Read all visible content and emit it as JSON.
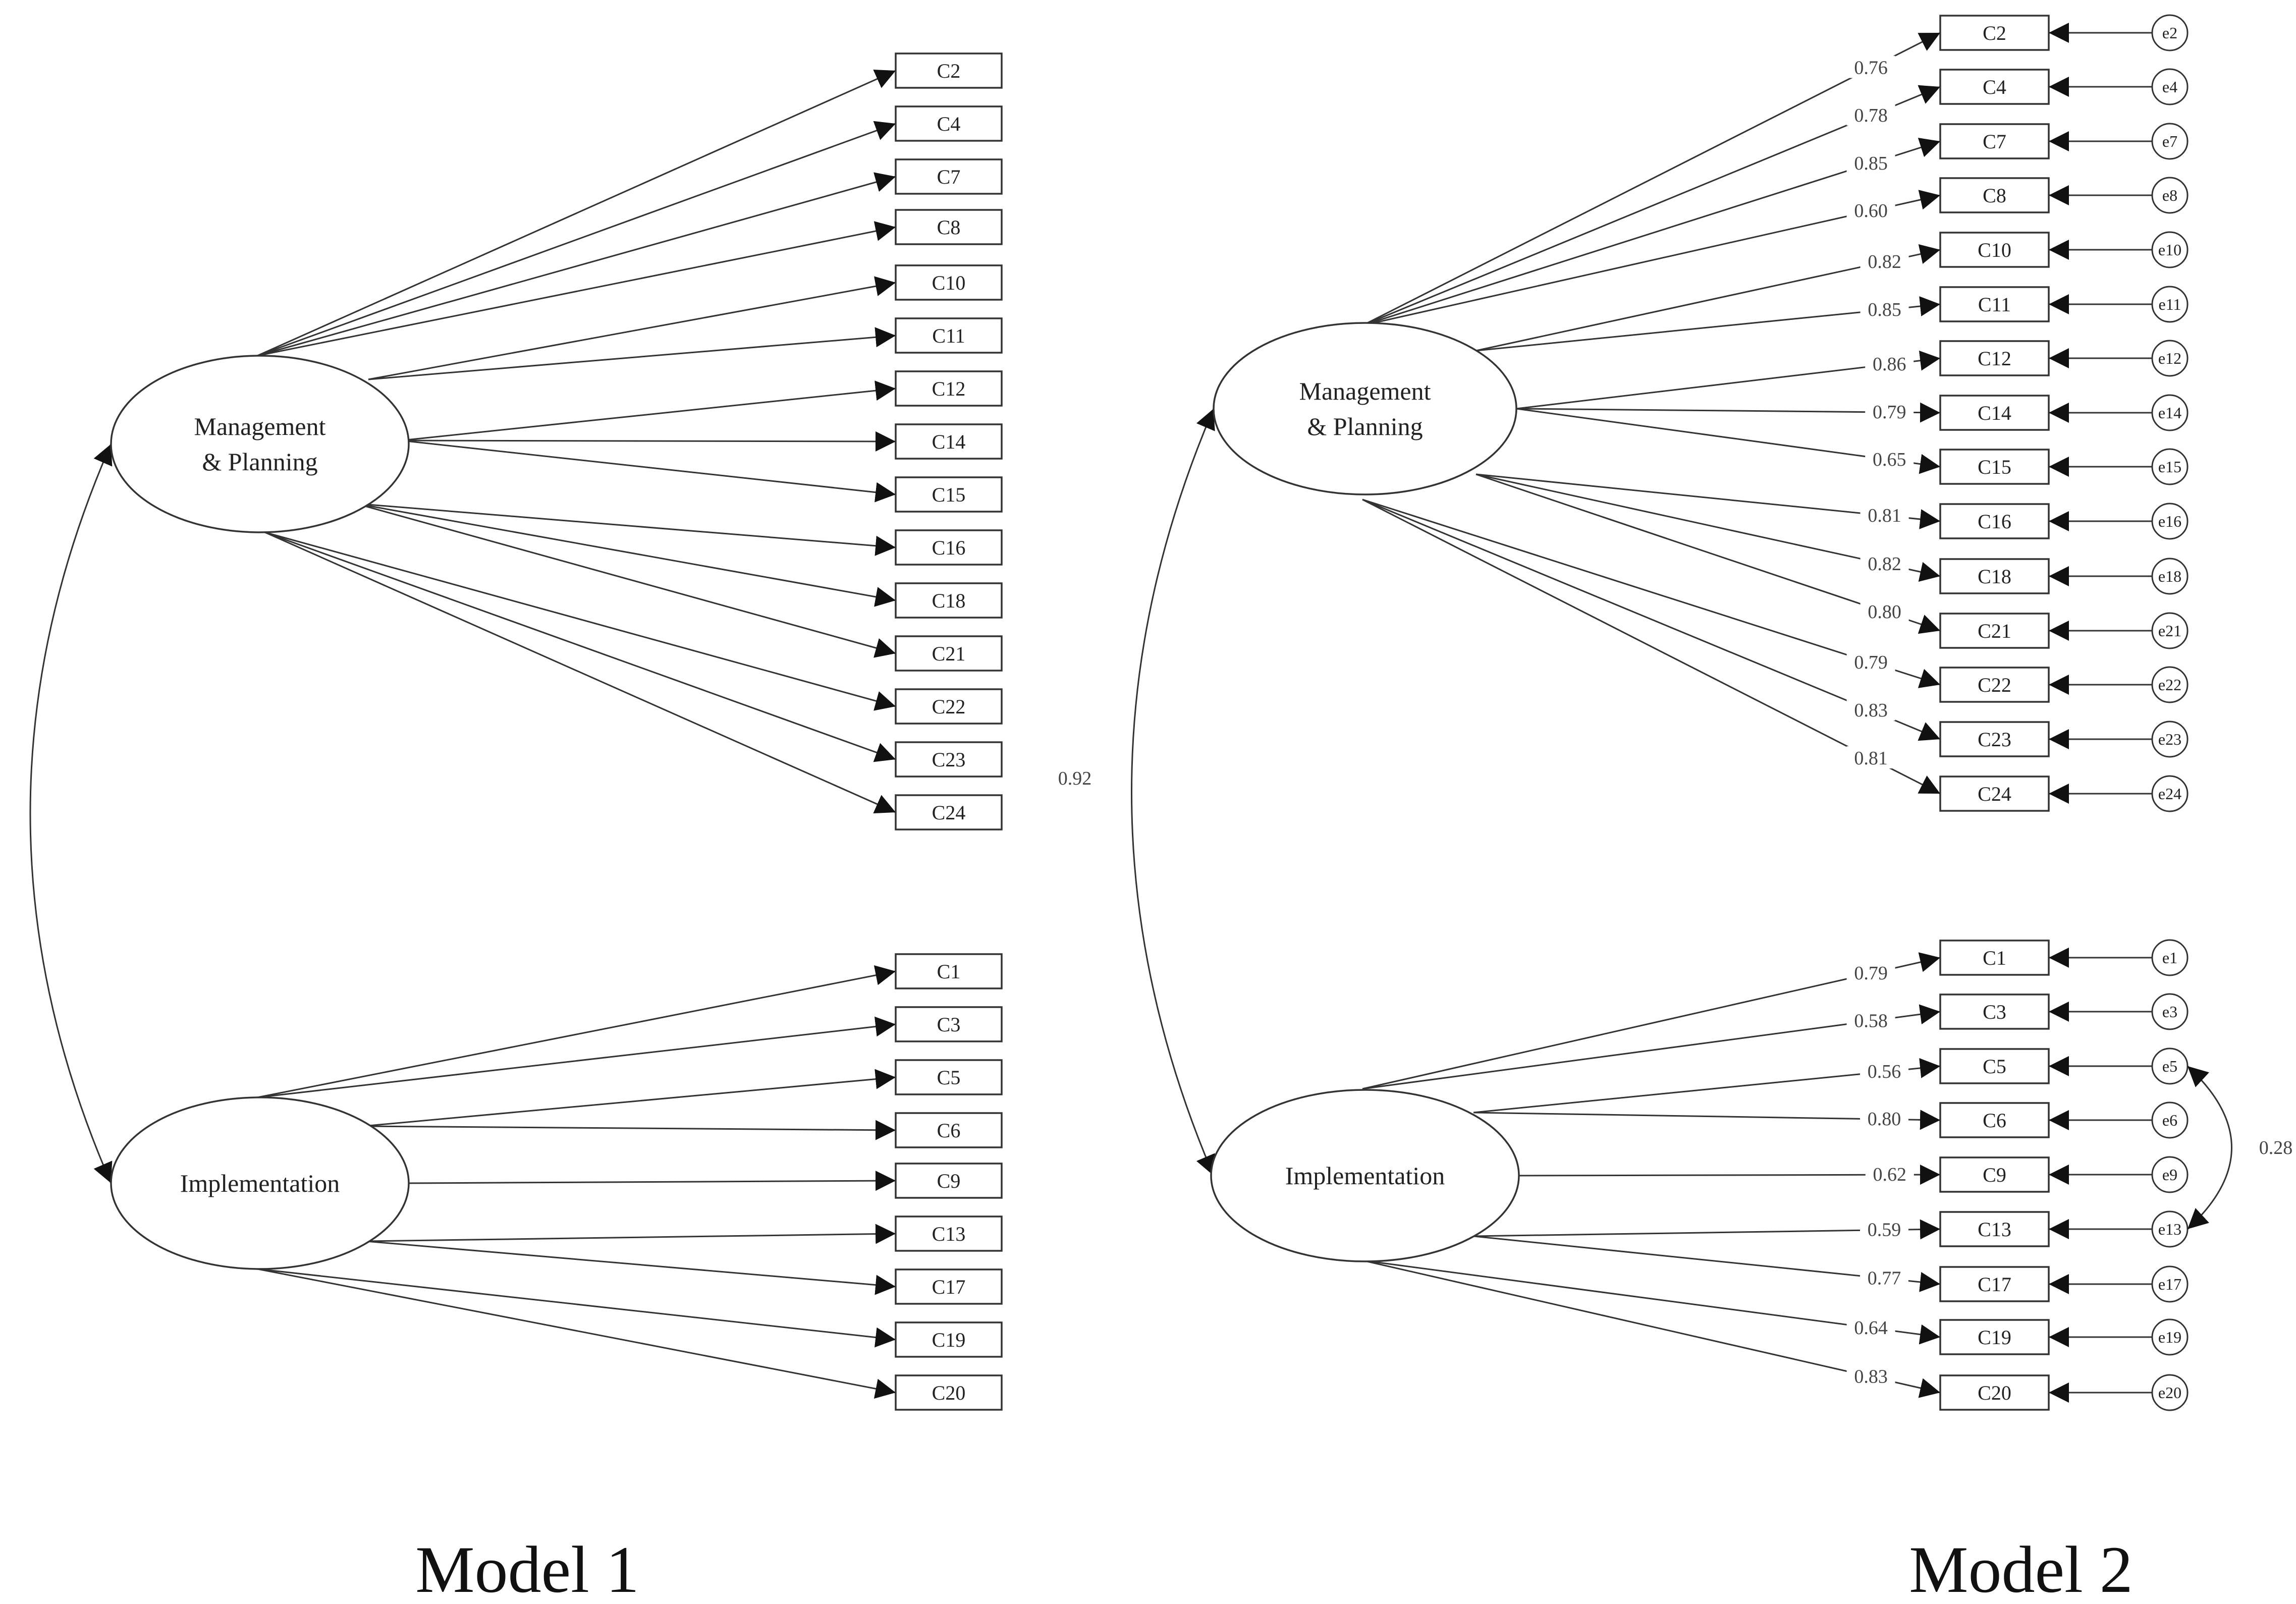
{
  "models": [
    {
      "title": "Model 1",
      "factors": [
        {
          "label_lines": [
            "Management",
            "& Planning"
          ],
          "indicators": [
            "C2",
            "C4",
            "C7",
            "C8",
            "C10",
            "C11",
            "C12",
            "C14",
            "C15",
            "C16",
            "C18",
            "C21",
            "C22",
            "C23",
            "C24"
          ]
        },
        {
          "label_lines": [
            "Implementation"
          ],
          "indicators": [
            "C1",
            "C3",
            "C5",
            "C6",
            "C9",
            "C13",
            "C17",
            "C19",
            "C20"
          ]
        }
      ],
      "factor_correlation": ""
    },
    {
      "title": "Model 2",
      "factors": [
        {
          "label_lines": [
            "Management",
            "& Planning"
          ],
          "indicators": [
            "C2",
            "C4",
            "C7",
            "C8",
            "C10",
            "C11",
            "C12",
            "C14",
            "C15",
            "C16",
            "C18",
            "C21",
            "C22",
            "C23",
            "C24"
          ],
          "loadings": [
            "0.76",
            "0.78",
            "0.85",
            "0.60",
            "0.82",
            "0.85",
            "0.86",
            "0.79",
            "0.65",
            "0.81",
            "0.82",
            "0.80",
            "0.79",
            "0.83",
            "0.81"
          ],
          "errors": [
            "e2",
            "e4",
            "e7",
            "e8",
            "e10",
            "e11",
            "e12",
            "e14",
            "e15",
            "e16",
            "e18",
            "e21",
            "e22",
            "e23",
            "e24"
          ]
        },
        {
          "label_lines": [
            "Implementation"
          ],
          "indicators": [
            "C1",
            "C3",
            "C5",
            "C6",
            "C9",
            "C13",
            "C17",
            "C19",
            "C20"
          ],
          "loadings": [
            "0.79",
            "0.58",
            "0.56",
            "0.80",
            "0.62",
            "0.59",
            "0.77",
            "0.64",
            "0.83"
          ],
          "errors": [
            "e1",
            "e3",
            "e5",
            "e6",
            "e9",
            "e13",
            "e17",
            "e19",
            "e20"
          ]
        }
      ],
      "factor_correlation": "0.92",
      "error_covariances": [
        {
          "from": "e5",
          "to": "e13",
          "value": "0.28"
        }
      ]
    }
  ]
}
